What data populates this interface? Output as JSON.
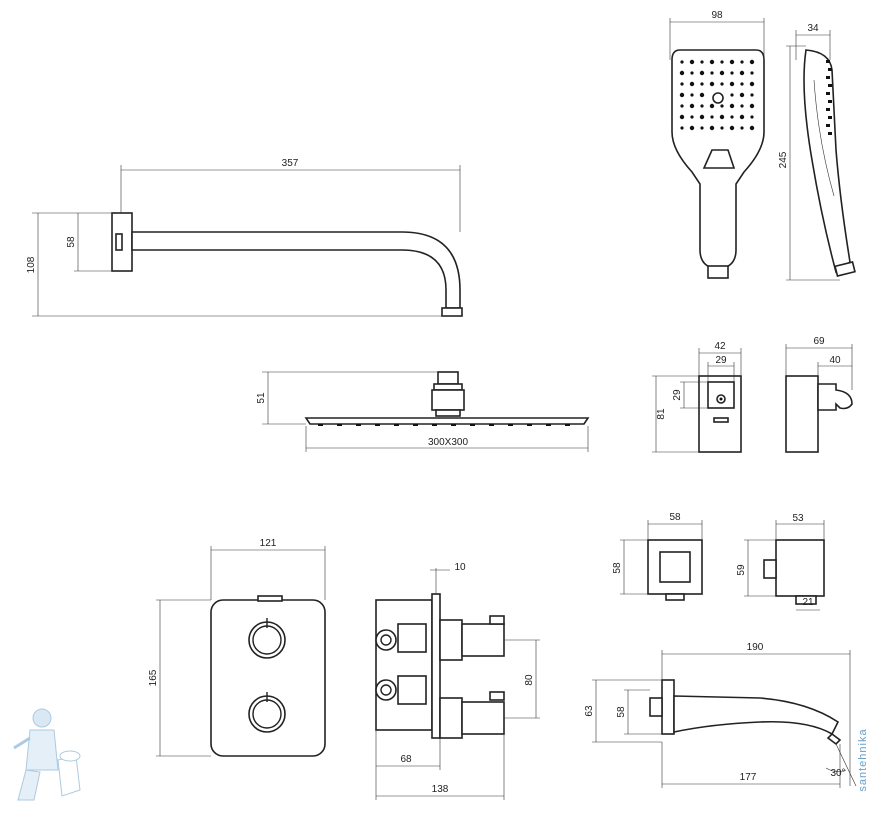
{
  "dimensions": {
    "arm_length": "357",
    "arm_height": "108",
    "arm_flange": "58",
    "hand_width": "98",
    "hand_depth": "34",
    "hand_length": "245",
    "head_height": "51",
    "head_size": "300X300",
    "holder_width": "42",
    "holder_inner": "29",
    "holder_inner_h": "29",
    "holder_height": "81",
    "holder_depth": "69",
    "holder_depth_inner": "40",
    "mixer_width": "121",
    "mixer_height": "165",
    "box_plate": "10",
    "box_spacing": "80",
    "box_depth_inner": "68",
    "box_depth": "138",
    "outlet_front_w": "58",
    "outlet_front_h": "58",
    "outlet_side_w": "53",
    "outlet_side_h": "59",
    "outlet_side_small": "21",
    "spout_length": "190",
    "spout_height": "63",
    "spout_flange": "58",
    "spout_reach": "177",
    "spout_angle": "30°"
  },
  "watermark": "santehnika"
}
